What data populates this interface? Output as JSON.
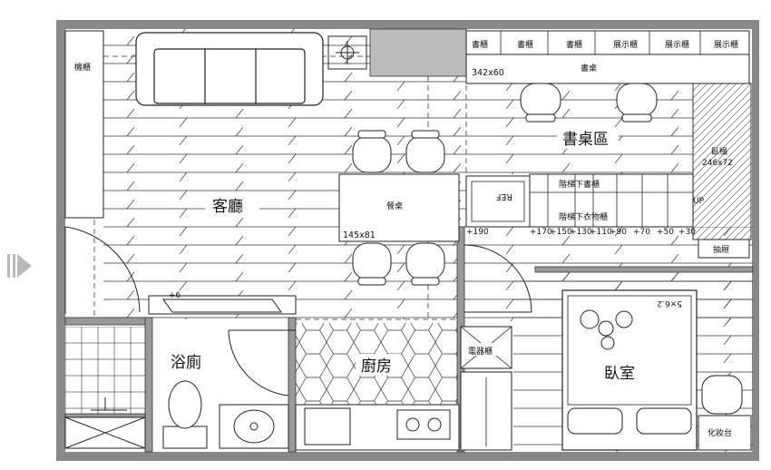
{
  "rooms": {
    "living": "客廳",
    "desk_area": "書桌區",
    "kitchen": "廚房",
    "bathroom": "浴廁",
    "bedroom": "臥室"
  },
  "furniture": {
    "cabinet_left": "機櫃",
    "bookcases": [
      "書櫃",
      "書櫃",
      "書櫃",
      "展示櫃",
      "展示櫃",
      "展示櫃"
    ],
    "desk": "書桌",
    "desk_size": "342x60",
    "dining_table": "餐桌",
    "dining_size": "145x81",
    "fridge": "REF",
    "stair_book_cabinet": "階梯下書櫃",
    "stair_wardrobe": "階梯下衣物櫃",
    "loft_bed": "臥榻",
    "loft_bed_size": "246x72",
    "up_mark": "UP",
    "drawer": "抽屜",
    "appliance_cabinet": "電器櫃",
    "vanity": "化妝台",
    "tv_mark": "+6",
    "bed_size_mirrored": "5×6.2"
  },
  "stair_heights": [
    "+190",
    "+170",
    "+150",
    "+130",
    "+110",
    "+90",
    "+70",
    "+50",
    "+30"
  ]
}
